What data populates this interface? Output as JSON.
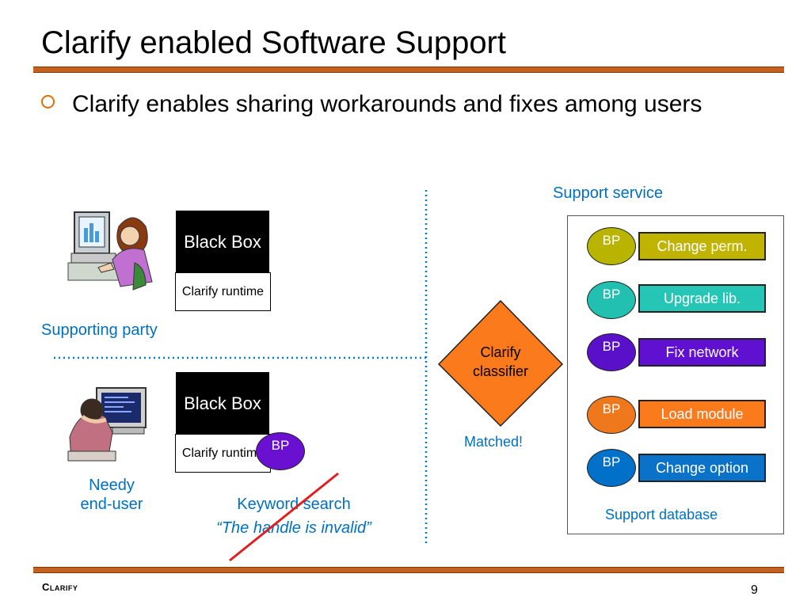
{
  "slide": {
    "title": "Clarify enabled Software Support",
    "bullet": "Clarify enables sharing workarounds and fixes among users",
    "page_number": "9",
    "footer_brand": "Clarify"
  },
  "top_party": {
    "black_box": "Black Box",
    "runtime": "Clarify runtime",
    "label": "Supporting party"
  },
  "bottom_party": {
    "black_box": "Black Box",
    "runtime": "Clarify runtime",
    "bp_label": "BP",
    "label_line1": "Needy",
    "label_line2": "end-user"
  },
  "keyword_search": {
    "label": "Keyword search",
    "quote": "“The handle is invalid”"
  },
  "classifier": {
    "line1": "Clarify",
    "line2": "classifier",
    "matched": "Matched!"
  },
  "support": {
    "service_label": "Support service",
    "database_label": "Support database",
    "entries": [
      {
        "bp": "BP",
        "fix": "Change perm.",
        "bp_color": "#b8b400",
        "fix_color": "#c0b400"
      },
      {
        "bp": "BP",
        "fix": "Upgrade lib.",
        "bp_color": "#22c0b0",
        "fix_color": "#26c6b6"
      },
      {
        "bp": "BP",
        "fix": "Fix network",
        "bp_color": "#5a10c8",
        "fix_color": "#6010d0"
      },
      {
        "bp": "BP",
        "fix": "Load module",
        "bp_color": "#f0781c",
        "fix_color": "#fa7a1c"
      },
      {
        "bp": "BP",
        "fix": "Change option",
        "bp_color": "#0070c8",
        "fix_color": "#0a72c8"
      }
    ]
  },
  "colors": {
    "accent_rule": "#c5601d",
    "label_blue": "#0070c0",
    "classifier_fill": "#fa7a1c",
    "cross_out": "#e02020"
  }
}
